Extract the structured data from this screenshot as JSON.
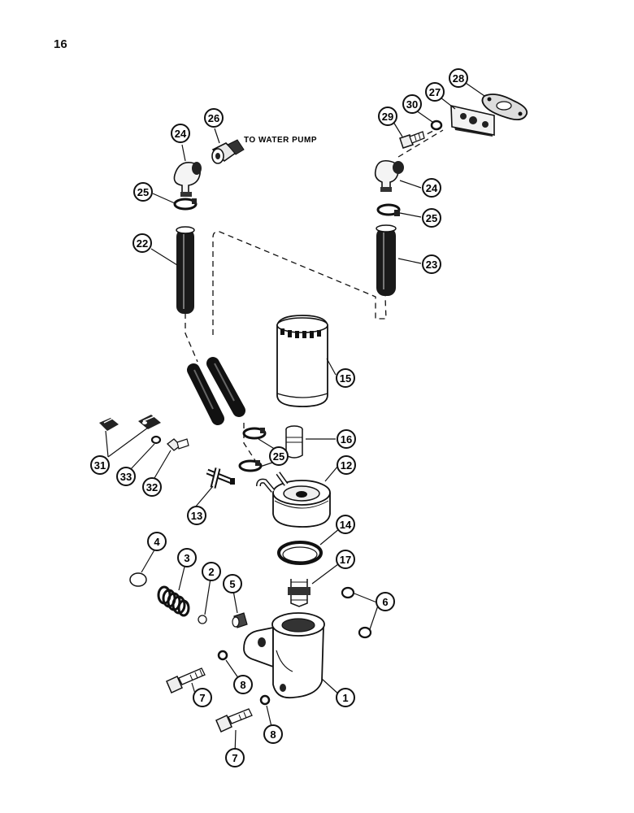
{
  "page": {
    "number": "16"
  },
  "notes": {
    "water_pump": "TO WATER PUMP"
  },
  "callouts": {
    "c1": "1",
    "c2": "2",
    "c3": "3",
    "c4": "4",
    "c5": "5",
    "c6": "6",
    "c7a": "7",
    "c7b": "7",
    "c8a": "8",
    "c8b": "8",
    "c12": "12",
    "c13": "13",
    "c14": "14",
    "c15": "15",
    "c16": "16",
    "c17": "17",
    "c22": "22",
    "c23": "23",
    "c24a": "24",
    "c24b": "24",
    "c25a": "25",
    "c25b": "25",
    "c25c": "25",
    "c26": "26",
    "c27": "27",
    "c28": "28",
    "c29": "29",
    "c30": "30",
    "c31": "31",
    "c32": "32",
    "c33": "33"
  }
}
